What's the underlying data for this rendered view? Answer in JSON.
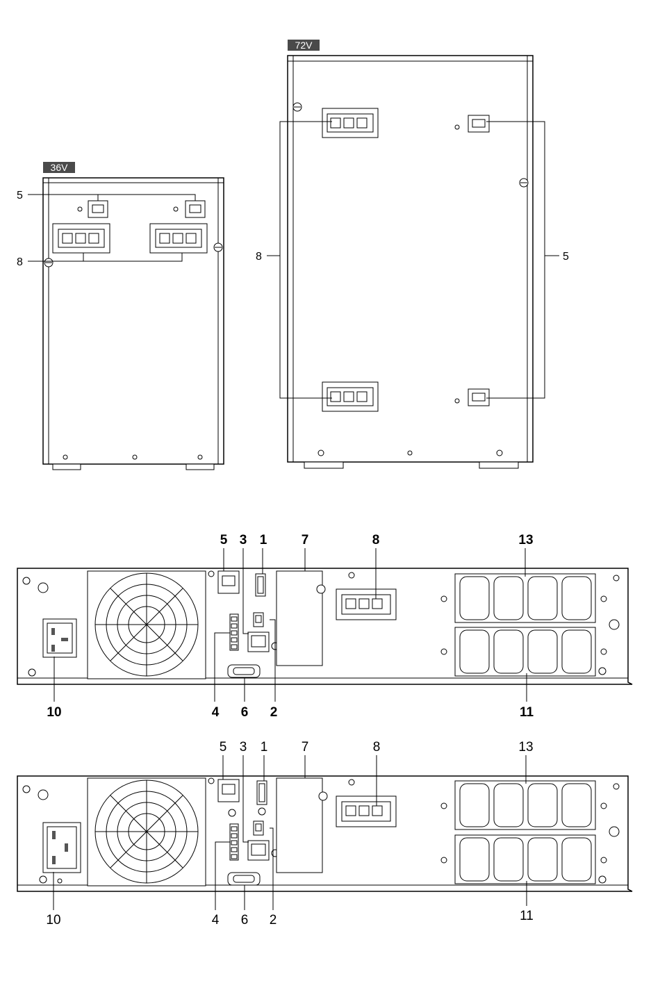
{
  "panels": {
    "battery_36v": {
      "tag": "36V",
      "callouts": [
        {
          "id": "rj45",
          "label": "5"
        },
        {
          "id": "battery",
          "label": "8"
        }
      ]
    },
    "battery_72v": {
      "tag": "72V",
      "callouts": [
        {
          "id": "battery",
          "label": "8"
        },
        {
          "id": "rj45",
          "label": "5"
        }
      ]
    },
    "ups_rear_top": {
      "callouts_top": [
        {
          "id": "rj45",
          "label": "5"
        },
        {
          "id": "usb",
          "label": "3"
        },
        {
          "id": "hdmi",
          "label": "1"
        },
        {
          "id": "card",
          "label": "7"
        },
        {
          "id": "battery",
          "label": "8"
        },
        {
          "id": "outlets_top",
          "label": "13"
        }
      ],
      "callouts_bottom": [
        {
          "id": "inlet",
          "label": "10"
        },
        {
          "id": "terminal",
          "label": "4"
        },
        {
          "id": "serial",
          "label": "6"
        },
        {
          "id": "network",
          "label": "2"
        },
        {
          "id": "outlets_bottom",
          "label": "11"
        }
      ]
    },
    "ups_rear_bottom": {
      "callouts_top": [
        {
          "id": "rj45",
          "label": "5"
        },
        {
          "id": "usb",
          "label": "3"
        },
        {
          "id": "hdmi",
          "label": "1"
        },
        {
          "id": "card",
          "label": "7"
        },
        {
          "id": "battery",
          "label": "8"
        },
        {
          "id": "outlets_top",
          "label": "13"
        }
      ],
      "callouts_bottom": [
        {
          "id": "inlet",
          "label": "10"
        },
        {
          "id": "terminal",
          "label": "4"
        },
        {
          "id": "serial",
          "label": "6"
        },
        {
          "id": "network",
          "label": "2"
        },
        {
          "id": "outlets_bottom",
          "label": "11"
        }
      ]
    }
  },
  "colors": {
    "line": "#000000",
    "tag_background": "#4a4a4a",
    "tag_text": "#ffffff"
  }
}
